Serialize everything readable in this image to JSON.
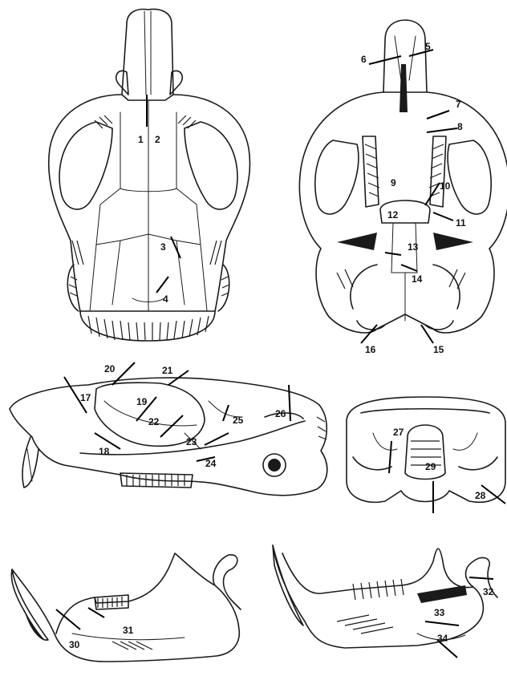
{
  "labels": [
    "1",
    "2",
    "3",
    "4",
    "5",
    "6",
    "7",
    "8",
    "9",
    "10",
    "11",
    "12",
    "13",
    "14",
    "15",
    "16",
    "17",
    "18",
    "19",
    "20",
    "21",
    "22",
    "23",
    "24",
    "25",
    "26",
    "27",
    "28",
    "29",
    "30",
    "31",
    "32",
    "33",
    "34"
  ]
}
